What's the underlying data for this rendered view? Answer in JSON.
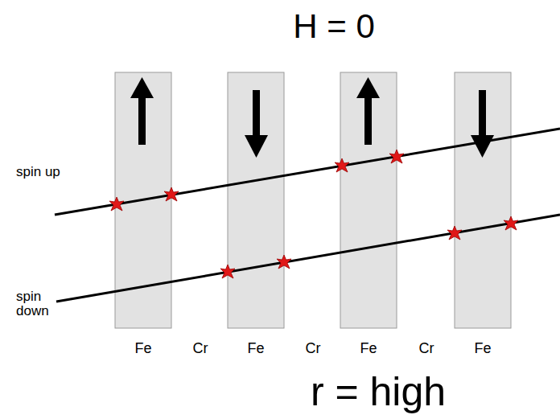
{
  "diagram": {
    "title": "H = 0",
    "caption": "r = high",
    "labels": [
      "spin up",
      "spin down",
      "Fe",
      "Cr",
      "Fe",
      "Cr",
      "Fe",
      "Cr",
      "Fe"
    ]
  }
}
